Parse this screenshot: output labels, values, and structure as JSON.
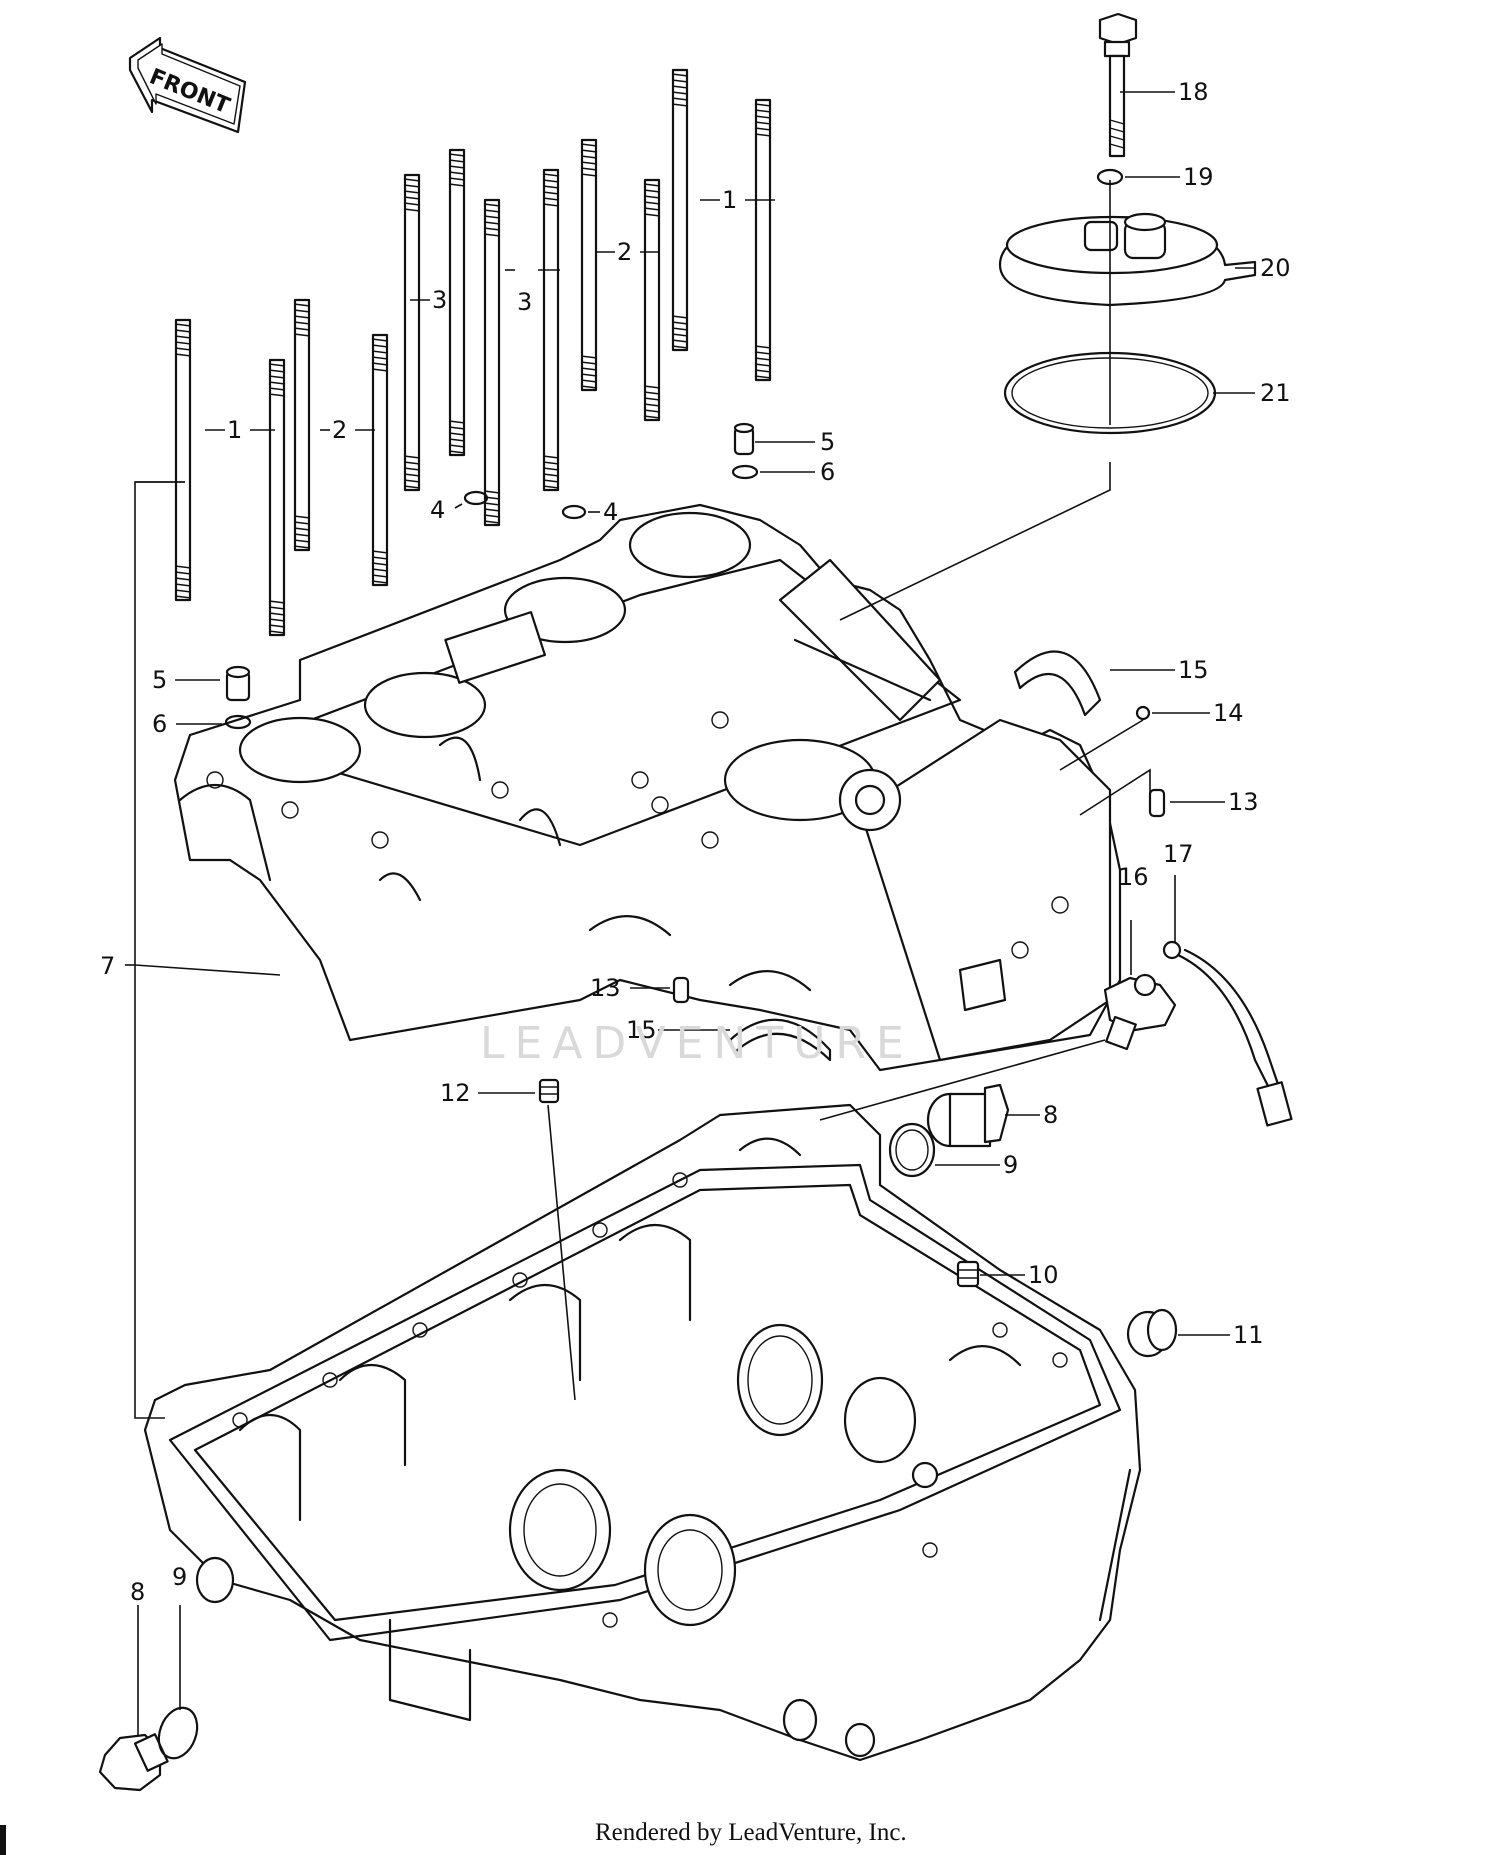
{
  "front_label": "FRONT",
  "watermark": "LEADVENTURE",
  "footer": "Rendered by LeadVenture, Inc.",
  "callouts": {
    "c1": "1",
    "c2": "2",
    "c3": "3",
    "c4": "4",
    "c5": "5",
    "c6": "6",
    "c7": "7",
    "c8": "8",
    "c9": "9",
    "c10": "10",
    "c11": "11",
    "c12": "12",
    "c13": "13",
    "c14": "14",
    "c15": "15",
    "c16": "16",
    "c17": "17",
    "c18": "18",
    "c19": "19",
    "c20": "20",
    "c21": "21"
  }
}
